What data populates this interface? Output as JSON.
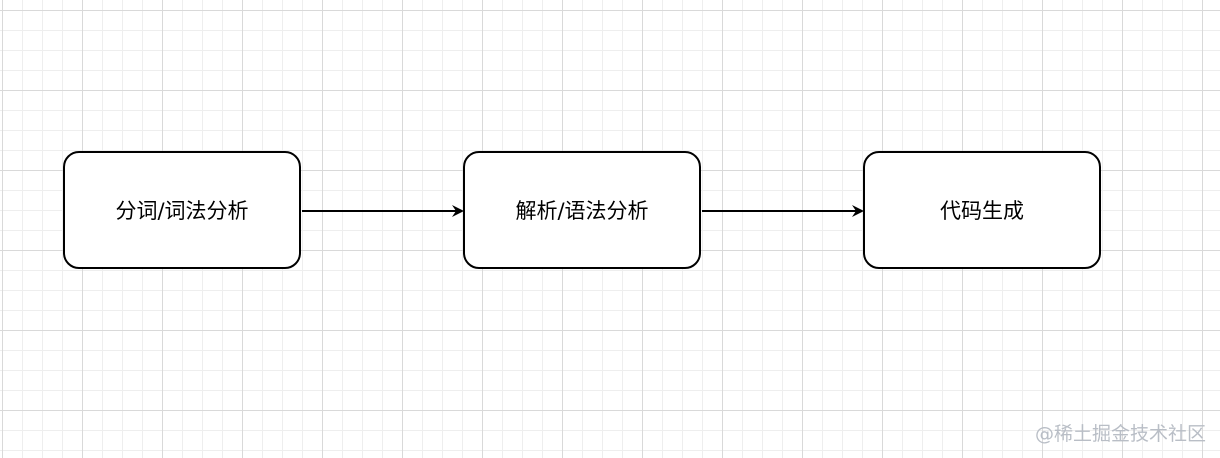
{
  "diagram": {
    "nodes": [
      {
        "id": "n1",
        "label": "分词/词法分析"
      },
      {
        "id": "n2",
        "label": "解析/语法分析"
      },
      {
        "id": "n3",
        "label": "代码生成"
      }
    ],
    "edges": [
      {
        "from": "n1",
        "to": "n2"
      },
      {
        "from": "n2",
        "to": "n3"
      }
    ]
  },
  "watermark": "@稀土掘金技术社区",
  "colors": {
    "stroke": "#000000",
    "grid_major": "#d9d9d9",
    "grid_minor": "#eeeeee",
    "watermark": "#b9bec6"
  }
}
